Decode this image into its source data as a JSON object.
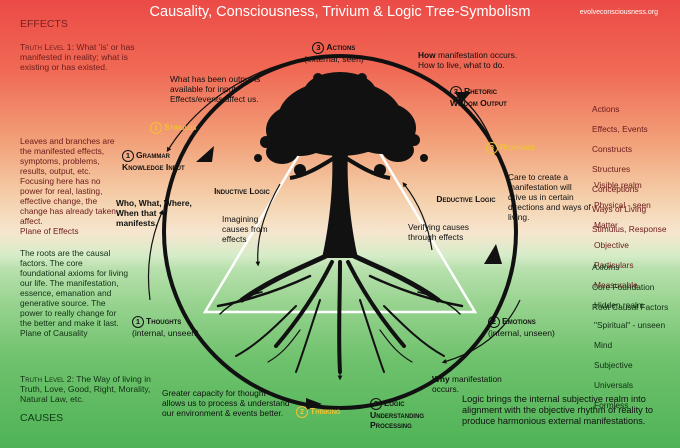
{
  "title": "Causality, Consciousness, Trivium & Logic Tree-Symbolism",
  "website": "evolveconsciousness.org",
  "effects_label": "EFFECTS",
  "causes_label": "CAUSES",
  "truth_level_1": {
    "heading": "Truth Level 1:",
    "text": "What 'is' or has manifested in reality; what is existing or has existed."
  },
  "truth_level_2": {
    "heading": "Truth Level 2:",
    "text": "The Way of living in Truth, Love, Good, Right, Morality, Natural Law, etc."
  },
  "left_upper_text": "Leaves and branches are the manifested effects, symptoms, problems, results, output, etc. Focusing here has no power for real, lasting, effective change, the change has already taken affect.\nPlane of Effects",
  "left_lower_text": "The roots are the causal factors.  The core foundational axioms for living our life. The manifestation, essence, emanation and generative source. The power to really change for the better and make it last.\nPlane of Causality",
  "nodes": {
    "actions": {
      "num": "3",
      "label": "Actions",
      "sub": "(external, seen)"
    },
    "rhetoric": {
      "num": "3",
      "label": "Rhetoric Wisdom Output"
    },
    "response": {
      "num": "3",
      "label": "Response"
    },
    "stimulus": {
      "num": "1",
      "label": "Stimulus"
    },
    "grammar": {
      "num": "1",
      "label": "Grammar Knowledge Input"
    },
    "thoughts": {
      "num": "1",
      "label": "Thoughts",
      "sub": "(internal, unseen)"
    },
    "emotions": {
      "num": "2",
      "label": "Emotions",
      "sub": "(internal, unseen)"
    },
    "thinking": {
      "num": "2",
      "label": "Thinking"
    },
    "logic_processing": {
      "num": "2",
      "label": "Logic Understanding Processing"
    }
  },
  "how_text": {
    "bold": "How",
    "rest": " manifestation occurs. How to live, what to do."
  },
  "output_text": "What has been output is available for input. Effects/events affect us.",
  "who_text": "Who, What, Where, When that manifests.",
  "inductive": {
    "title": "Inductive Logic",
    "text": "Imagining causes from effects"
  },
  "deductive": {
    "title": "Deductive Logic",
    "text": "Verifying causes through effects"
  },
  "care_text": "Care to create a manifestation will drive us in certain directions and ways of living.",
  "why_text": {
    "bold": "Why",
    "rest": " manifestation occurs."
  },
  "capacity_text": "Greater capacity for thought allows us to process & understand our environment & events better.",
  "bottom_text": "Logic brings the internal subjective realm into alignment with the objective rhythm of reality to produce harmonious external manifestations.",
  "right_upper_list": [
    "Actions",
    "Effects, Events",
    "Constructs",
    "Structures",
    "Conceptions",
    "Ways of Living",
    "Stimulus, Response"
  ],
  "right_middle_list": [
    "Visible realm",
    "Physical - seen",
    "Matter",
    "Objective",
    "Particulars",
    "Measurable"
  ],
  "right_lower_list": [
    "Axioms",
    "Core Foundation",
    "Root Causal Factors"
  ],
  "right_bottom_list": [
    "Hidden realm",
    "\"Spiritual\" - unseen",
    "Mind",
    "Subjective",
    "Universals",
    "Formless"
  ],
  "colors": {
    "top": "#ec4a46",
    "bottom": "#4fb356",
    "accent_yellow": "#f1c232",
    "ink": "#111111"
  }
}
